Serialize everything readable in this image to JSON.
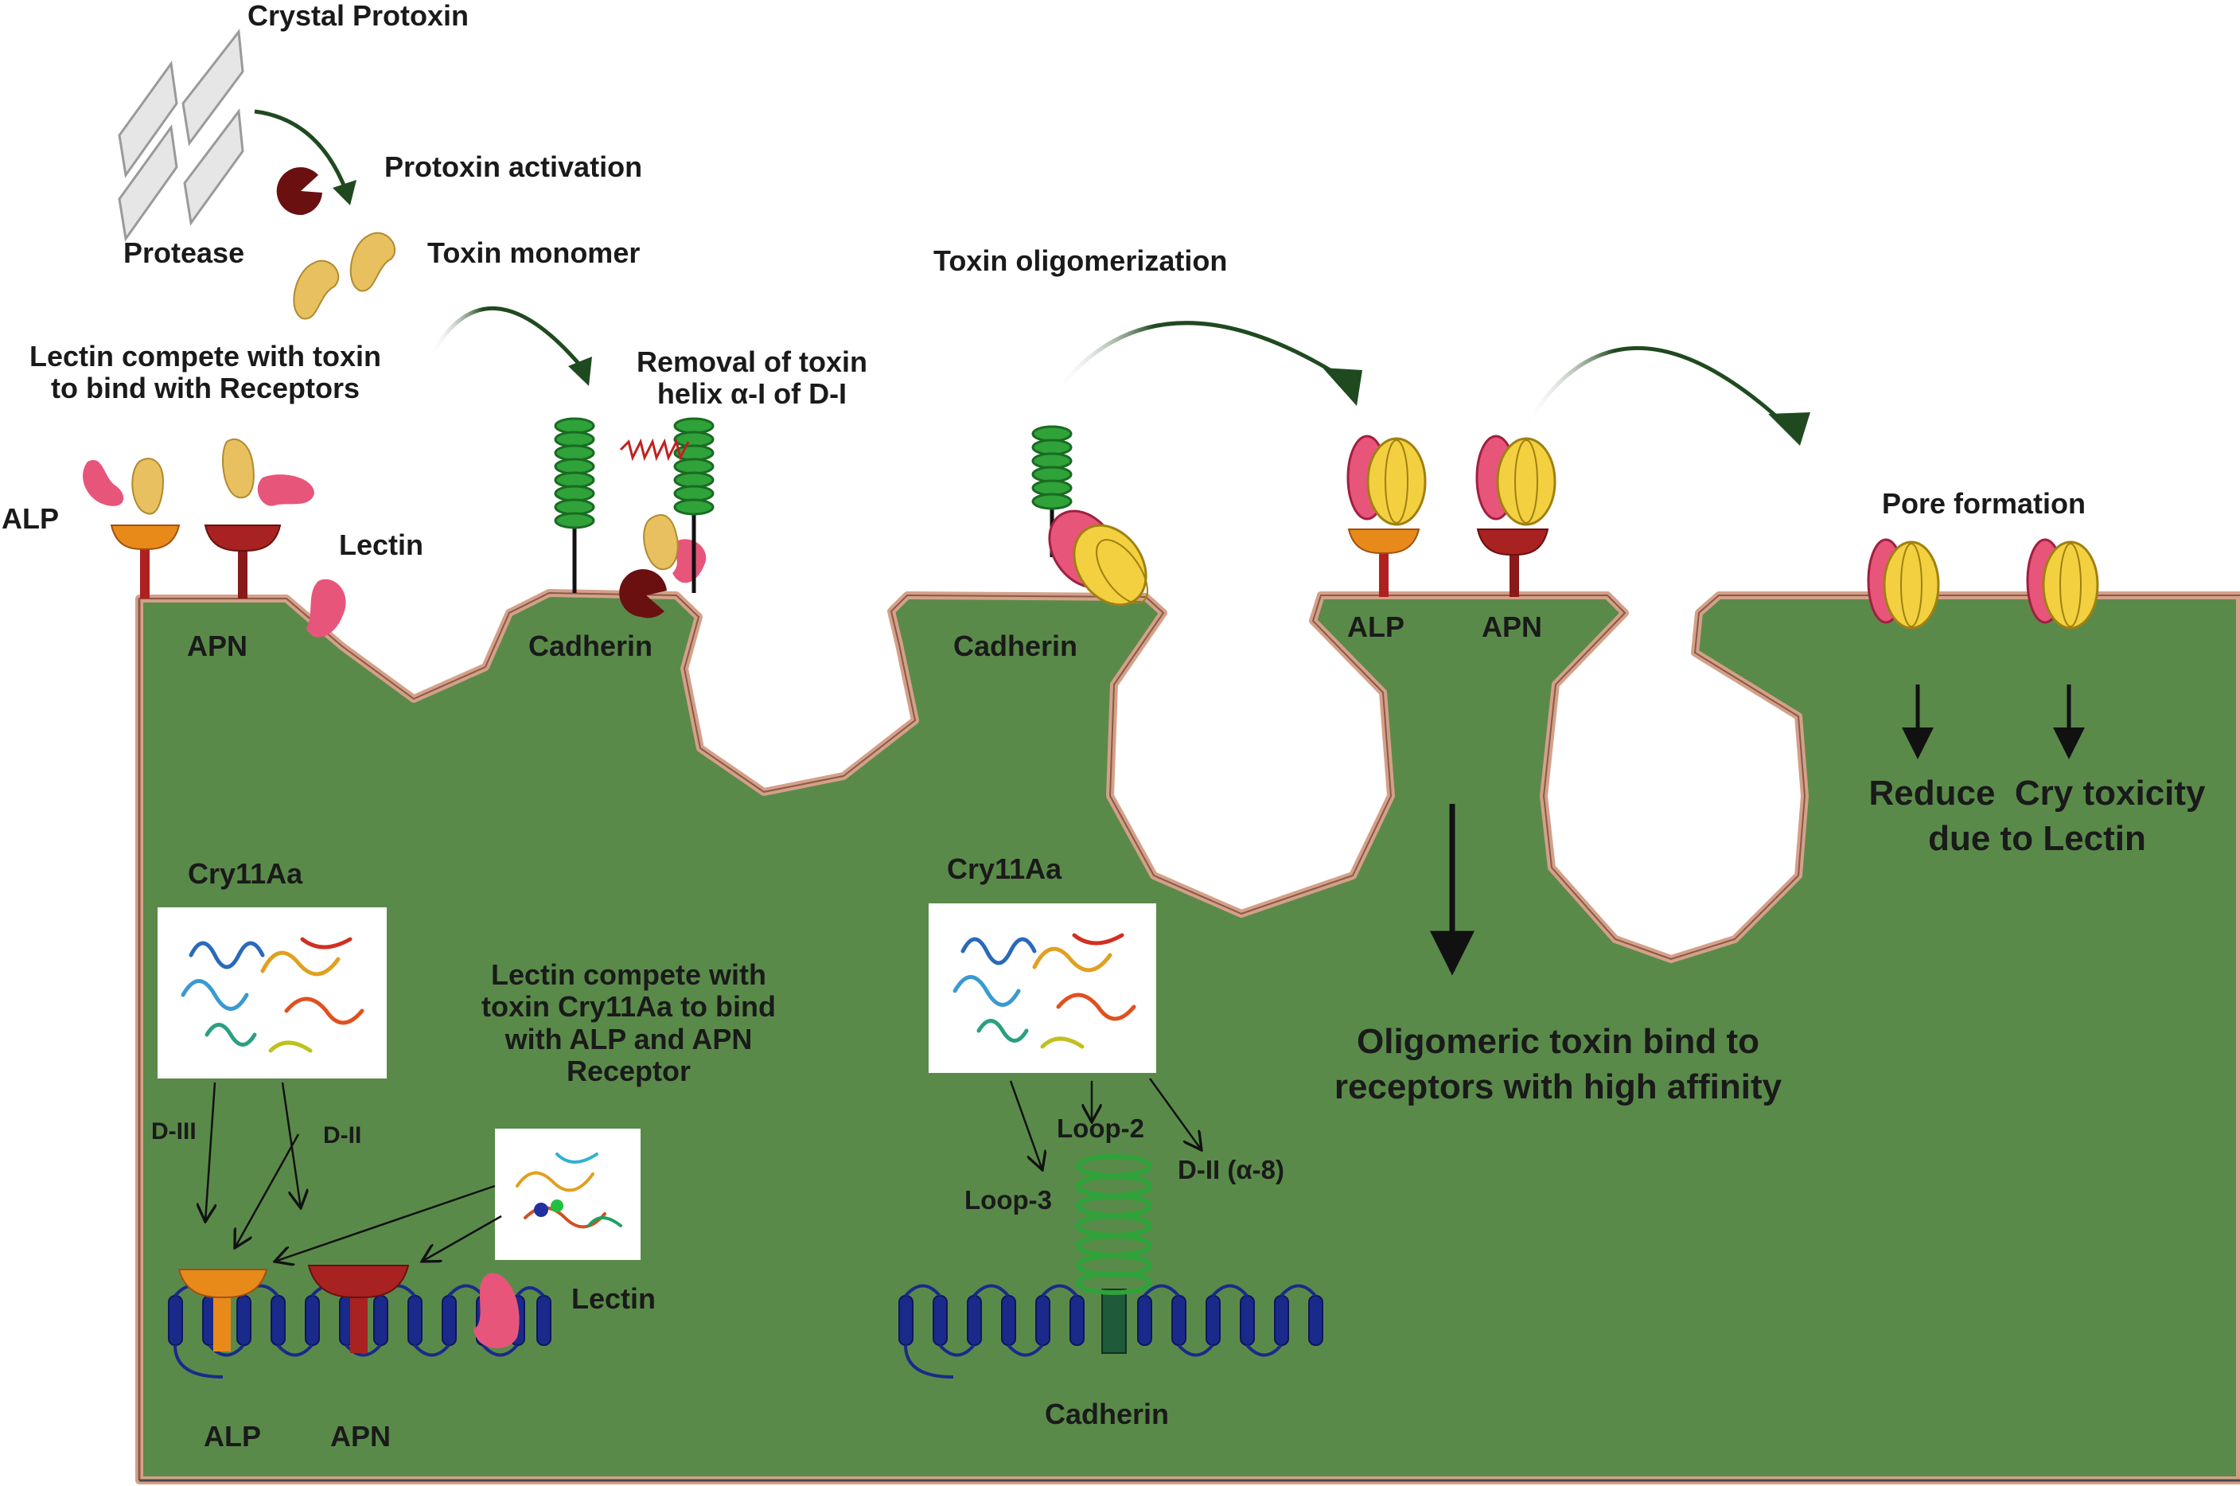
{
  "labels": {
    "crystal_protoxin": "Crystal Protoxin",
    "protoxin_activation": "Protoxin activation",
    "protease": "Protease",
    "toxin_monomer": "Toxin monomer",
    "lectin_compete_receptors": "Lectin compete with toxin\nto bind with Receptors",
    "alp_left": "ALP",
    "lectin_top": "Lectin",
    "apn_top": "APN",
    "cadherin_top_1": "Cadherin",
    "removal_helix": "Removal of toxin\nhelix α-I of D-I",
    "toxin_oligomerization": "Toxin oligomerization",
    "cadherin_top_2": "Cadherin",
    "alp_top_right": "ALP",
    "apn_top_right": "APN",
    "pore_formation": "Pore formation",
    "reduce_cry_toxicity": "Reduce  Cry toxicity\ndue to Lectin",
    "oligomeric_bind": "Oligomeric toxin bind to\nreceptors with high affinity",
    "cry11aa_left": "Cry11Aa",
    "cry11aa_mid": "Cry11Aa",
    "lectin_compete_cry11aa": "Lectin compete with\ntoxin Cry11Aa to bind\nwith ALP and APN\nReceptor",
    "d_iii": "D-III",
    "d_ii": "D-II",
    "lectin_bottom": "Lectin",
    "alp_bottom": "ALP",
    "apn_bottom": "APN",
    "loop_2": "Loop-2",
    "loop_3": "Loop-3",
    "d_ii_alpha8": "D-II (α-8)",
    "cadherin_bottom": "Cadherin"
  },
  "colors": {
    "cell_fill": "#5a8a4a",
    "membrane": "#d4a08a",
    "membrane_edge": "#8a5a45",
    "cadherin_green": "#2fa23a",
    "alp_orange": "#e88a1a",
    "apn_red": "#a82222",
    "lectin_pink": "#e8557a",
    "toxin_yellow": "#f2d040",
    "monomer_tan": "#e8c060",
    "protease_dark": "#6a1010",
    "arrow_green": "#1f4a1f",
    "transmembrane_blue": "#1a2a8a"
  }
}
